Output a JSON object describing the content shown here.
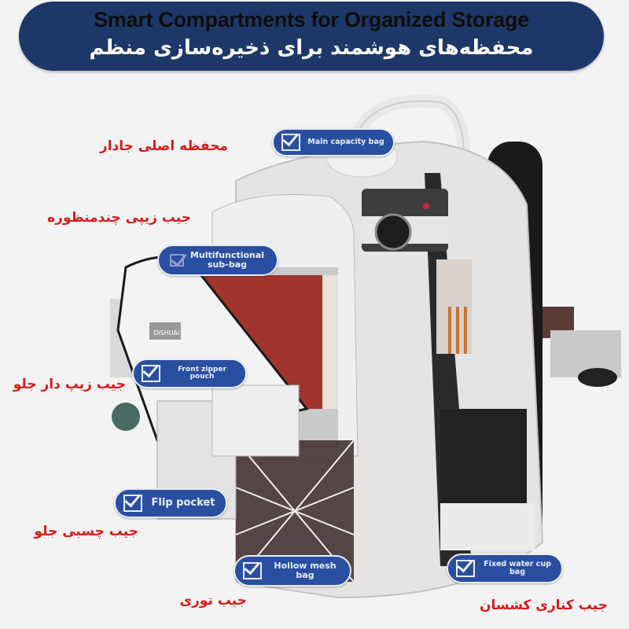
{
  "header": {
    "title_en": "Smart Compartments for Organized Storage",
    "title_fa": "محفظه‌های هوشمند برای ذخیره‌سازی منظم"
  },
  "colors": {
    "banner_bg": "#1d3868",
    "pill_bg": "#2a4fa0",
    "label_red": "#d91a1a",
    "background": "#f3f3f3"
  },
  "labels": [
    {
      "en": "Main capacity bag",
      "fa": "محفظه اصلی جادار",
      "icon": "checkbox-icon"
    },
    {
      "en": "Multifunctional sub-bag",
      "fa": "جیب زیپی چندمنظوره",
      "icon": "checkbox-icon"
    },
    {
      "en": "Front zipper pouch",
      "fa": "جیب زیپ دار جلو",
      "icon": "checkbox-icon"
    },
    {
      "en": "Flip pocket",
      "fa": "جیب  چسبی جلو",
      "icon": "checkbox-icon"
    },
    {
      "en": "Hollow mesh bag",
      "fa": "جیب توری",
      "icon": "checkbox-icon"
    },
    {
      "en": "Fixed water cup bag",
      "fa": "جیب کناری کشسان",
      "icon": "checkbox-icon"
    }
  ],
  "product": {
    "brand_tag": "DISHUAI"
  }
}
